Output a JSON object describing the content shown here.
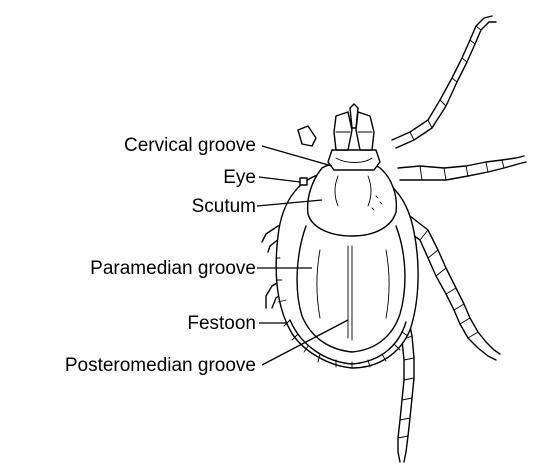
{
  "labels": {
    "cervical_groove": "Cervical groove",
    "eye": "Eye",
    "scutum": "Scutum",
    "paramedian_groove": "Paramedian groove",
    "festoon": "Festoon",
    "posteromedian_groove": "Posteromedian groove"
  },
  "colors": {
    "ink": "#000000",
    "background": "#ffffff"
  }
}
